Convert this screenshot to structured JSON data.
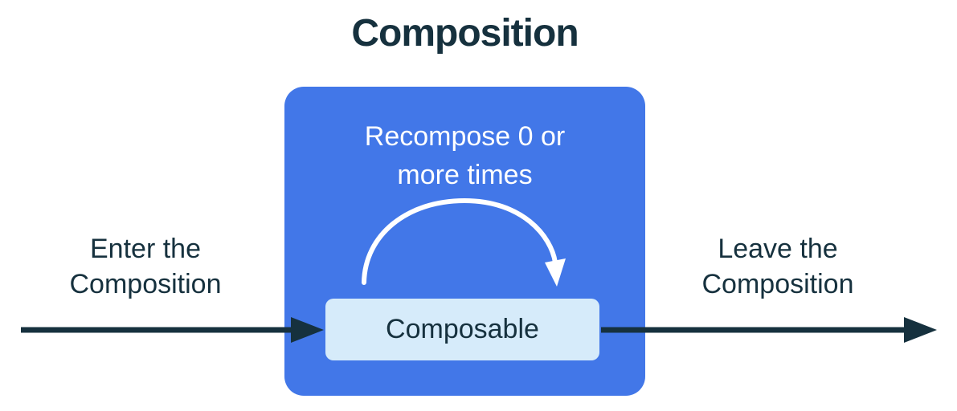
{
  "colors": {
    "navy": "#16313E",
    "blue": "#4277E8",
    "light_blue": "#D6EBFA",
    "white": "#FFFFFF"
  },
  "diagram": {
    "title": "Composition",
    "enter_label": "Enter the\nComposition",
    "leave_label": "Leave the\nComposition",
    "composition_box": {
      "recompose_label": "Recompose 0 or\nmore times",
      "composable_label": "Composable"
    },
    "icons": {
      "enter_arrow": "enter-arrow-icon",
      "recompose_arrow": "recompose-arrow-icon",
      "leave_arrow": "leave-arrow-icon"
    }
  }
}
